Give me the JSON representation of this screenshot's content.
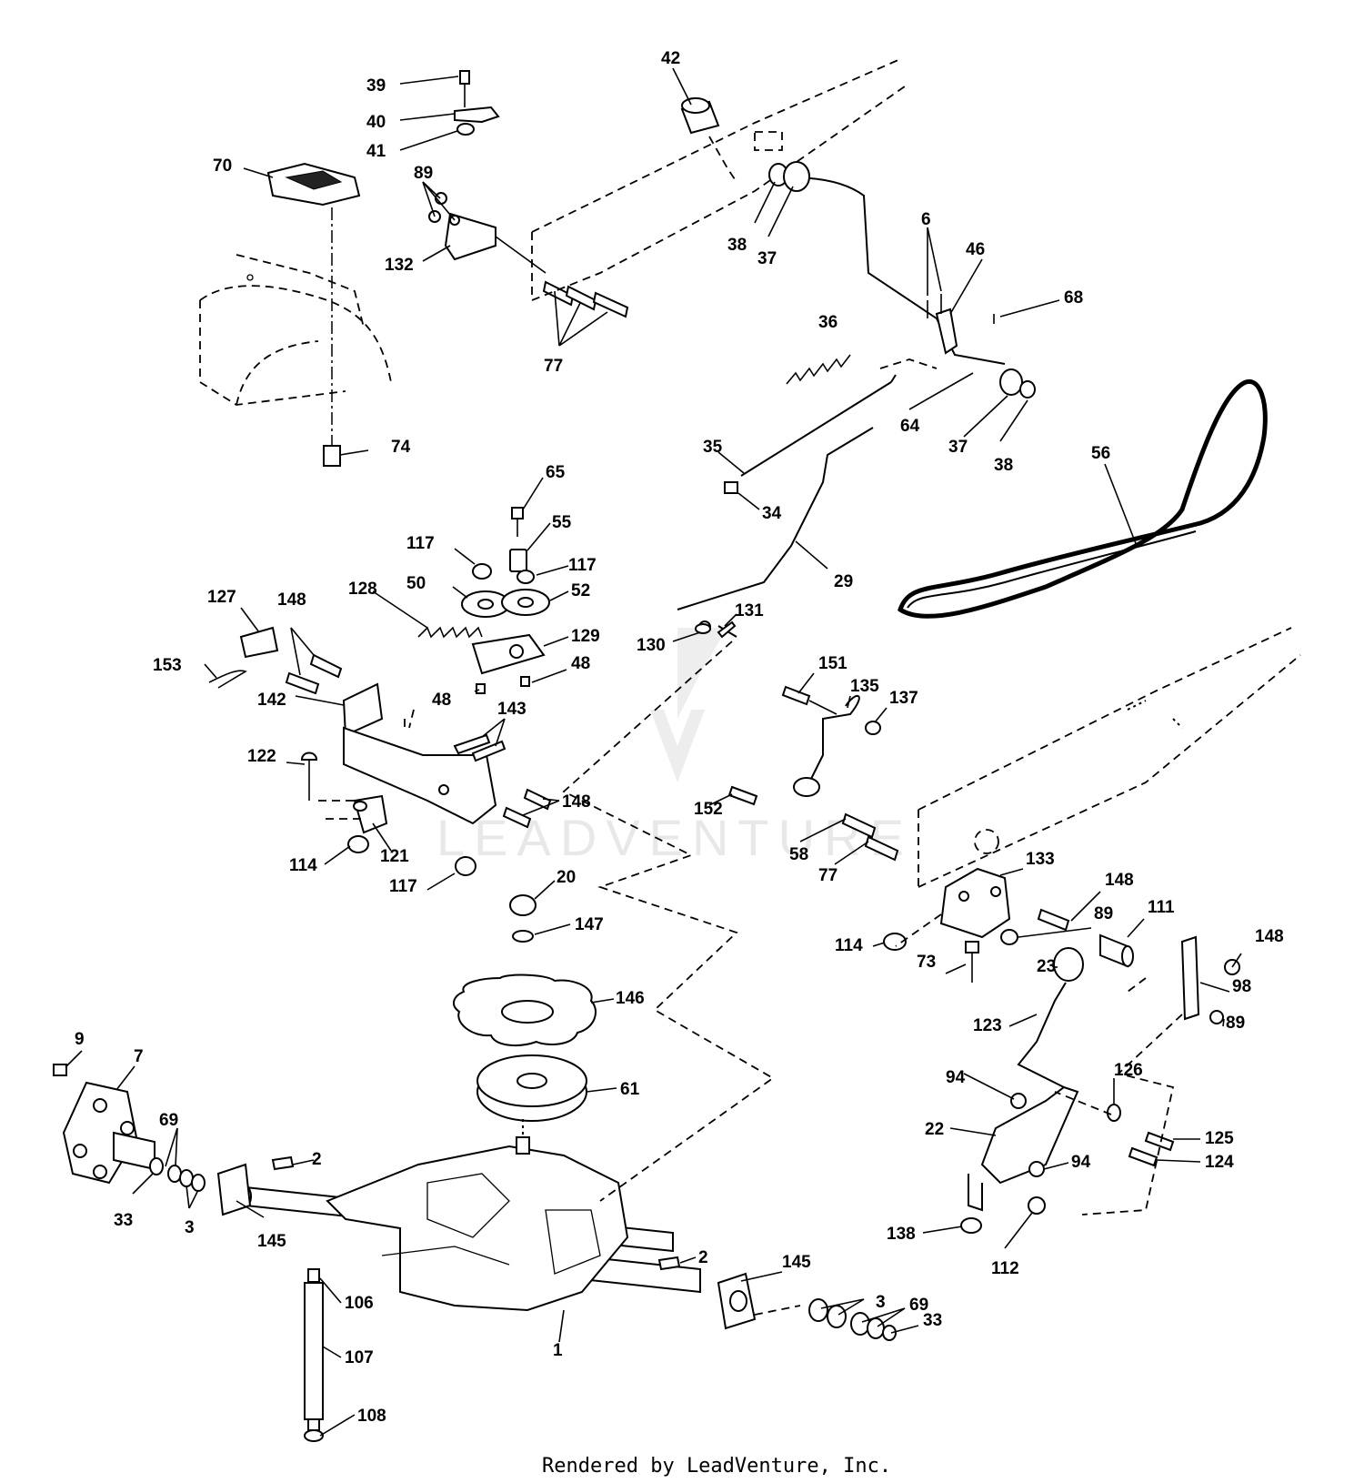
{
  "footer": {
    "text": "Rendered by LeadVenture, Inc."
  },
  "watermark": {
    "text": "LEADVENTURE"
  },
  "callouts": [
    {
      "id": "c39",
      "label": "39"
    },
    {
      "id": "c40",
      "label": "40"
    },
    {
      "id": "c41",
      "label": "41"
    },
    {
      "id": "c42",
      "label": "42"
    },
    {
      "id": "c70",
      "label": "70"
    },
    {
      "id": "c89a",
      "label": "89"
    },
    {
      "id": "c132",
      "label": "132"
    },
    {
      "id": "c77a",
      "label": "77"
    },
    {
      "id": "c38a",
      "label": "38"
    },
    {
      "id": "c37a",
      "label": "37"
    },
    {
      "id": "c6",
      "label": "6"
    },
    {
      "id": "c46",
      "label": "46"
    },
    {
      "id": "c68",
      "label": "68"
    },
    {
      "id": "c36",
      "label": "36"
    },
    {
      "id": "c64",
      "label": "64"
    },
    {
      "id": "c37b",
      "label": "37"
    },
    {
      "id": "c38b",
      "label": "38"
    },
    {
      "id": "c56",
      "label": "56"
    },
    {
      "id": "c74",
      "label": "74"
    },
    {
      "id": "c35",
      "label": "35"
    },
    {
      "id": "c34",
      "label": "34"
    },
    {
      "id": "c29",
      "label": "29"
    },
    {
      "id": "c65",
      "label": "65"
    },
    {
      "id": "c55",
      "label": "55"
    },
    {
      "id": "c117a",
      "label": "117"
    },
    {
      "id": "c117b",
      "label": "117"
    },
    {
      "id": "c50",
      "label": "50"
    },
    {
      "id": "c52",
      "label": "52"
    },
    {
      "id": "c128",
      "label": "128"
    },
    {
      "id": "c127",
      "label": "127"
    },
    {
      "id": "c148a",
      "label": "148"
    },
    {
      "id": "c153",
      "label": "153"
    },
    {
      "id": "c129",
      "label": "129"
    },
    {
      "id": "c48a",
      "label": "48"
    },
    {
      "id": "c48b",
      "label": "48"
    },
    {
      "id": "c130",
      "label": "130"
    },
    {
      "id": "c131",
      "label": "131"
    },
    {
      "id": "c142",
      "label": "142"
    },
    {
      "id": "c143",
      "label": "143"
    },
    {
      "id": "c122",
      "label": "122"
    },
    {
      "id": "c148b",
      "label": "148"
    },
    {
      "id": "c114a",
      "label": "114"
    },
    {
      "id": "c121",
      "label": "121"
    },
    {
      "id": "c117c",
      "label": "117"
    },
    {
      "id": "c151",
      "label": "151"
    },
    {
      "id": "c135",
      "label": "135"
    },
    {
      "id": "c137",
      "label": "137"
    },
    {
      "id": "c152",
      "label": "152"
    },
    {
      "id": "c58",
      "label": "58"
    },
    {
      "id": "c77b",
      "label": "77"
    },
    {
      "id": "c133",
      "label": "133"
    },
    {
      "id": "c148c",
      "label": "148"
    },
    {
      "id": "c89b",
      "label": "89"
    },
    {
      "id": "c111",
      "label": "111"
    },
    {
      "id": "c114b",
      "label": "114"
    },
    {
      "id": "c73",
      "label": "73"
    },
    {
      "id": "c23",
      "label": "23"
    },
    {
      "id": "c148d",
      "label": "148"
    },
    {
      "id": "c98",
      "label": "98"
    },
    {
      "id": "c89c",
      "label": "89"
    },
    {
      "id": "c123",
      "label": "123"
    },
    {
      "id": "c20",
      "label": "20"
    },
    {
      "id": "c147",
      "label": "147"
    },
    {
      "id": "c146",
      "label": "146"
    },
    {
      "id": "c61",
      "label": "61"
    },
    {
      "id": "c9",
      "label": "9"
    },
    {
      "id": "c7",
      "label": "7"
    },
    {
      "id": "c69a",
      "label": "69"
    },
    {
      "id": "c33a",
      "label": "33"
    },
    {
      "id": "c3a",
      "label": "3"
    },
    {
      "id": "c145a",
      "label": "145"
    },
    {
      "id": "c2a",
      "label": "2"
    },
    {
      "id": "c94a",
      "label": "94"
    },
    {
      "id": "c126",
      "label": "126"
    },
    {
      "id": "c22",
      "label": "22"
    },
    {
      "id": "c125",
      "label": "125"
    },
    {
      "id": "c124",
      "label": "124"
    },
    {
      "id": "c94b",
      "label": "94"
    },
    {
      "id": "c138",
      "label": "138"
    },
    {
      "id": "c112",
      "label": "112"
    },
    {
      "id": "c2b",
      "label": "2"
    },
    {
      "id": "c145b",
      "label": "145"
    },
    {
      "id": "c3b",
      "label": "3"
    },
    {
      "id": "c69b",
      "label": "69"
    },
    {
      "id": "c33b",
      "label": "33"
    },
    {
      "id": "c106",
      "label": "106"
    },
    {
      "id": "c107",
      "label": "107"
    },
    {
      "id": "c108",
      "label": "108"
    },
    {
      "id": "c1",
      "label": "1"
    }
  ]
}
